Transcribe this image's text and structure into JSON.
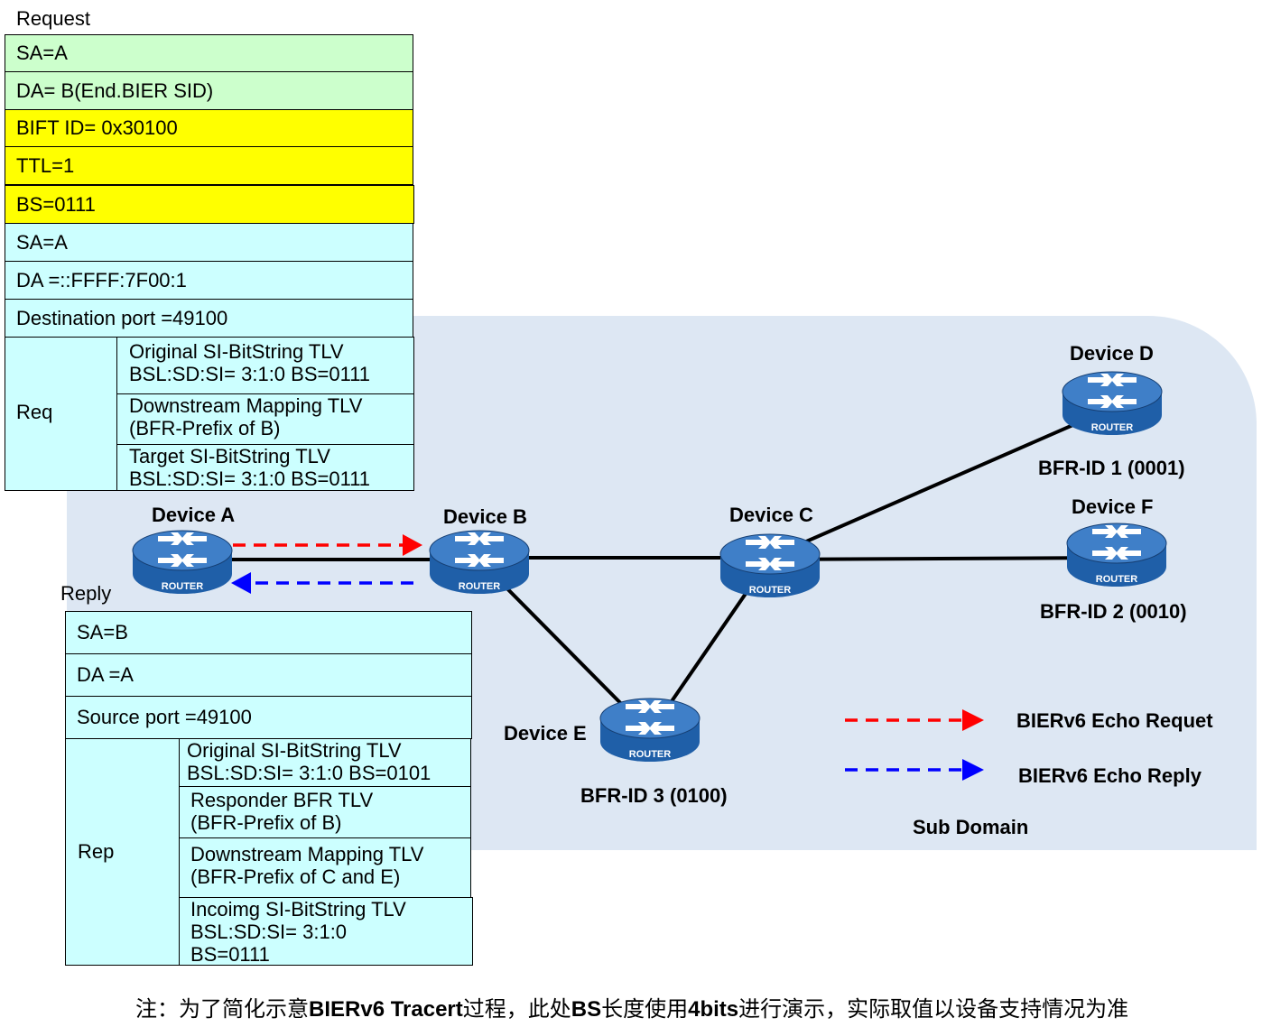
{
  "request": {
    "title": "Request",
    "rows": [
      "SA=A",
      "DA= B(End.BIER SID)",
      "BIFT ID= 0x30100",
      "TTL=1",
      "BS=0111",
      "SA=A",
      "DA =::FFFF:7F00:1",
      "Destination port =49100"
    ],
    "row_colors": [
      "#ccffcc",
      "#ccffcc",
      "#ffff00",
      "#ffff00",
      "#ffff00",
      "#ccffff",
      "#ccffff",
      "#ccffff"
    ],
    "group_label": "Req",
    "tlvs": [
      {
        "line1": "Original SI-BitString TLV",
        "line2": "BSL:SD:SI= 3:1:0   BS=0111"
      },
      {
        "line1": "Downstream Mapping TLV",
        "line2": "(BFR-Prefix of B)"
      },
      {
        "line1": "Target SI-BitString TLV",
        "line2": "BSL:SD:SI= 3:1:0   BS=0111"
      }
    ]
  },
  "reply": {
    "title": "Reply",
    "rows": [
      "SA=B",
      "DA =A",
      "Source port =49100"
    ],
    "group_label": "Rep",
    "tlvs": [
      {
        "line1": "Original SI-BitString TLV",
        "line2": "BSL:SD:SI= 3:1:0   BS=0101"
      },
      {
        "line1": "Responder BFR TLV",
        "line2": "(BFR-Prefix of B)"
      },
      {
        "line1": "Downstream Mapping TLV",
        "line2": "(BFR-Prefix of C and E)"
      },
      {
        "line1": "Incoimg SI-BitString TLV",
        "line2": "BSL:SD:SI= 3:1:0",
        "line3": "BS=0111"
      }
    ]
  },
  "devices": {
    "a": {
      "name": "Device A"
    },
    "b": {
      "name": "Device B"
    },
    "c": {
      "name": "Device C"
    },
    "d": {
      "name": "Device D",
      "bfr": "BFR-ID 1 (0001)"
    },
    "e": {
      "name": "Device E",
      "bfr": "BFR-ID 3 (0100)"
    },
    "f": {
      "name": "Device F",
      "bfr": "BFR-ID 2 (0010)"
    }
  },
  "router_badge": "ROUTER",
  "legend": {
    "request": {
      "label": "BIERv6 Echo Requet",
      "color": "#ff0000"
    },
    "reply": {
      "label": "BIERv6 Echo Reply",
      "color": "#0000ff"
    }
  },
  "sub_domain": "Sub Domain",
  "note": {
    "p1": "注：为了简化示意",
    "b1": "BIERv6  Tracert",
    "p2": "过程，此处",
    "b2": "BS",
    "p3": "长度使用",
    "b3": "4bits",
    "p4": "进行演示，实际取值以设备支持情况为准"
  },
  "colors": {
    "sub_domain_bg": "#dde7f3",
    "router_body": "#1f5fa8",
    "router_top": "#3f7fc8"
  }
}
